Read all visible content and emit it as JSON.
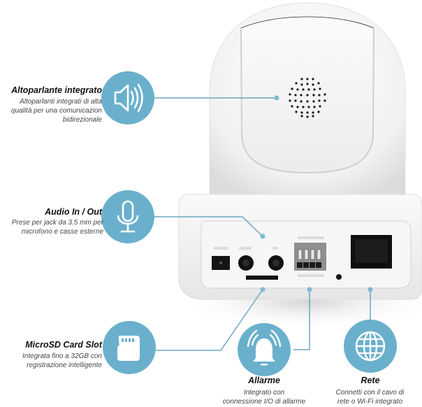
{
  "colors": {
    "accent": "#6ab0cc",
    "line": "#6aa7bf",
    "title_text": "#111111",
    "desc_text": "#444444",
    "camera_body": "#f4f4f4",
    "port_dark": "#141414"
  },
  "features": [
    {
      "id": "speaker",
      "icon": "speaker-icon",
      "title": "Altoparlante integrato",
      "description_lines": [
        "Altoparlanti integrati di alta",
        "qualità per una comunicazion",
        "bidirezionale"
      ]
    },
    {
      "id": "audio",
      "icon": "microphone-icon",
      "title": "Audio In / Out",
      "description_lines": [
        "Prese per jack da 3.5 mm per",
        "microfono e casse esterne"
      ]
    },
    {
      "id": "microsd",
      "icon": "sd-card-icon",
      "title": "MicroSD Card Slot",
      "description_lines": [
        "Integrata fino a 32GB con",
        "registrazione intelligente"
      ]
    },
    {
      "id": "alarm",
      "icon": "alarm-bell-icon",
      "title": "Allarme",
      "description_lines": [
        "Integrato con",
        "connessione I/O di allarme"
      ]
    },
    {
      "id": "network",
      "icon": "globe-icon",
      "title": "Rete",
      "description_lines": [
        "Connetti con il cavo di",
        "rete o Wi-Fi integrato"
      ]
    }
  ]
}
